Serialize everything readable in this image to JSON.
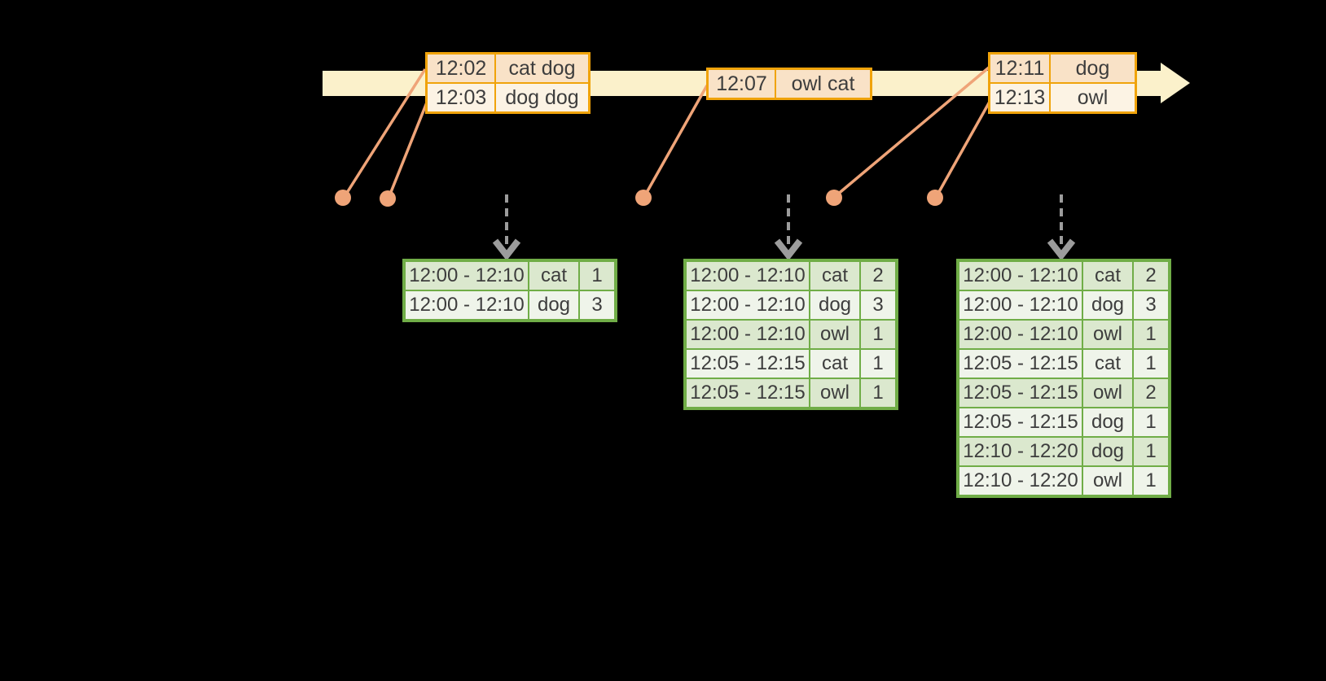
{
  "colors": {
    "background": "#000000",
    "timeline_band": "#FBF1CB",
    "event_table_border": "#F0A30A",
    "event_row_peach": "#F9E2C7",
    "event_row_cream": "#FCF3E4",
    "event_marker": "#EFA478",
    "result_table_border": "#70AD47",
    "result_row_dark": "#DBE8CE",
    "result_row_light": "#EFF4EA",
    "trigger_arrow_gray": "#9C9C9C",
    "text": "#3D3D3D"
  },
  "icons": {
    "timeline_arrowhead": "arrow-right",
    "trigger_arrow": "arrow-down",
    "event_marker": "dot"
  },
  "timeline": {
    "event_tables": [
      {
        "rows": [
          {
            "time": "12:02",
            "words": "cat dog"
          },
          {
            "time": "12:03",
            "words": "dog dog"
          }
        ]
      },
      {
        "rows": [
          {
            "time": "12:07",
            "words": "owl cat"
          }
        ]
      },
      {
        "rows": [
          {
            "time": "12:11",
            "words": "dog"
          },
          {
            "time": "12:13",
            "words": "owl"
          }
        ]
      }
    ]
  },
  "result_tables": [
    {
      "rows": [
        {
          "window": "12:00 - 12:10",
          "word": "cat",
          "count": "1"
        },
        {
          "window": "12:00 - 12:10",
          "word": "dog",
          "count": "3"
        }
      ]
    },
    {
      "rows": [
        {
          "window": "12:00 - 12:10",
          "word": "cat",
          "count": "2"
        },
        {
          "window": "12:00 - 12:10",
          "word": "dog",
          "count": "3"
        },
        {
          "window": "12:00 - 12:10",
          "word": "owl",
          "count": "1"
        },
        {
          "window": "12:05 - 12:15",
          "word": "cat",
          "count": "1"
        },
        {
          "window": "12:05 - 12:15",
          "word": "owl",
          "count": "1"
        }
      ]
    },
    {
      "rows": [
        {
          "window": "12:00 - 12:10",
          "word": "cat",
          "count": "2"
        },
        {
          "window": "12:00 - 12:10",
          "word": "dog",
          "count": "3"
        },
        {
          "window": "12:00 - 12:10",
          "word": "owl",
          "count": "1"
        },
        {
          "window": "12:05 - 12:15",
          "word": "cat",
          "count": "1"
        },
        {
          "window": "12:05 - 12:15",
          "word": "owl",
          "count": "2"
        },
        {
          "window": "12:05 - 12:15",
          "word": "dog",
          "count": "1"
        },
        {
          "window": "12:10 - 12:20",
          "word": "dog",
          "count": "1"
        },
        {
          "window": "12:10 - 12:20",
          "word": "owl",
          "count": "1"
        }
      ]
    }
  ]
}
